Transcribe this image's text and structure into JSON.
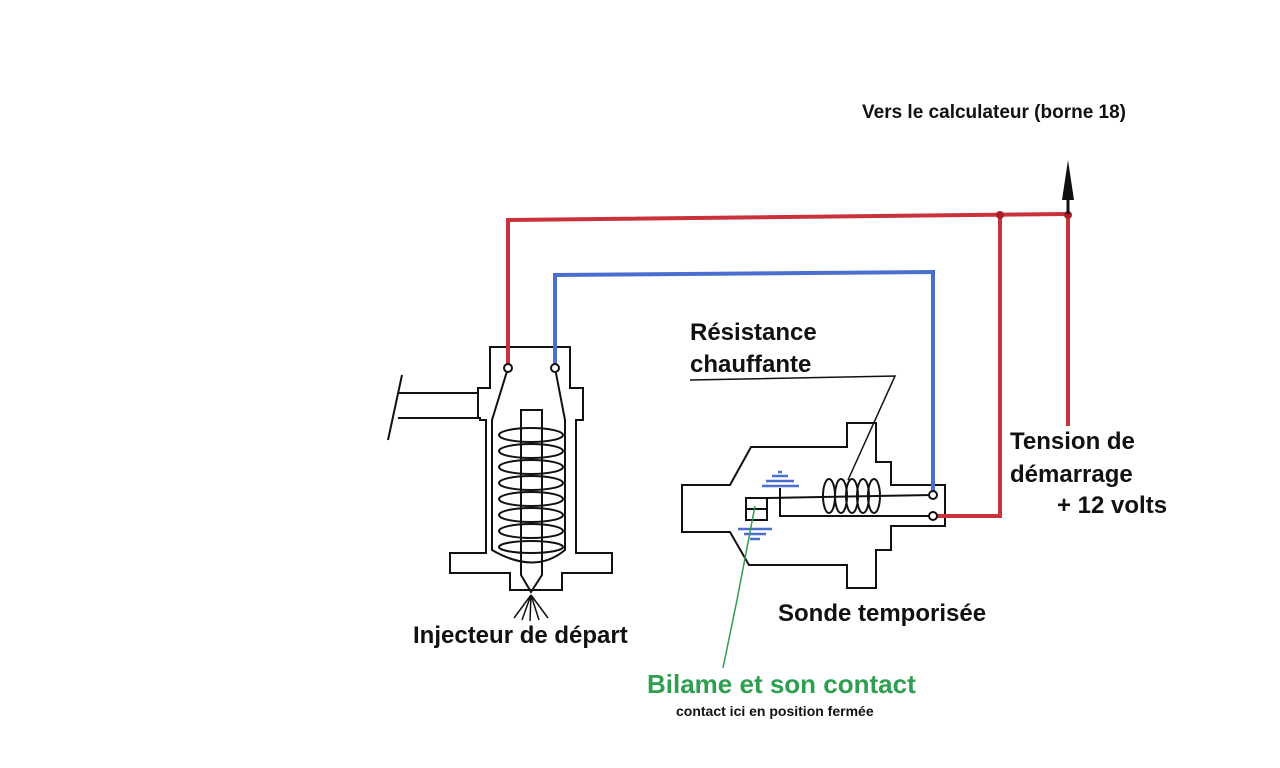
{
  "labels": {
    "ecu": "Vers le calculateur (borne 18)",
    "heating_resistor_line1": "Résistance",
    "heating_resistor_line2": "chauffante",
    "start_voltage_line1": "Tension de",
    "start_voltage_line2": "démarrage",
    "start_voltage_line3": "+ 12 volts",
    "cold_start_injector": "Injecteur de départ",
    "thermo_time_switch": "Sonde temporisée",
    "bimetal": "Bilame et son contact",
    "bimetal_note": "contact ici en position fermée"
  },
  "colors": {
    "positive_wire": "#c9313b",
    "signal_wire": "#4a6fd0",
    "outline": "#111111",
    "bimetal_label": "#2e9e4f",
    "leader_green": "#2e9e4f"
  }
}
